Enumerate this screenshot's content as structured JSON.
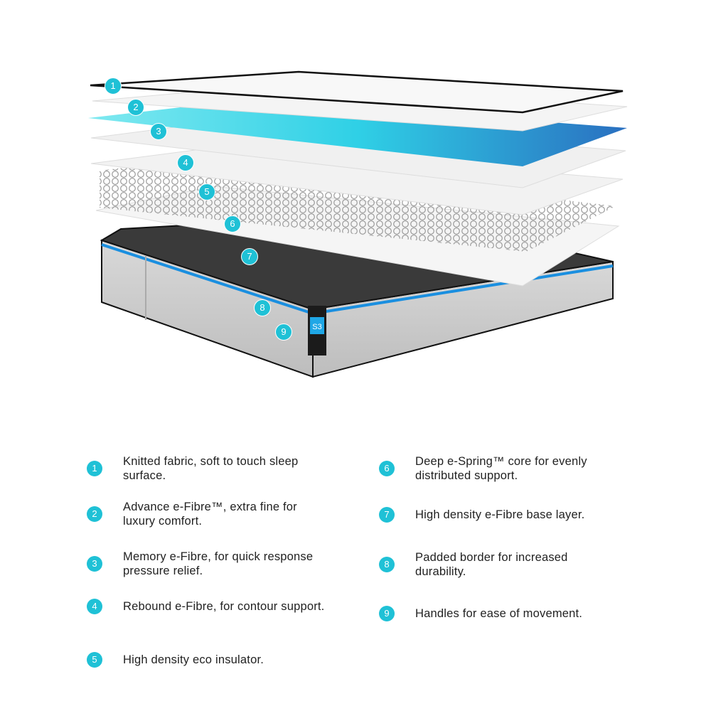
{
  "colors": {
    "accent": "#1fc1d6",
    "base_trim": "#1a8fe0",
    "base_top": "#3a3a3a",
    "memory_layer": "#2fb7e8"
  },
  "product_label": {
    "model": "S3"
  },
  "callouts": [
    "1",
    "2",
    "3",
    "4",
    "5",
    "6",
    "7",
    "8",
    "9"
  ],
  "legend": [
    {
      "num": "1",
      "text": "Knitted fabric, soft to touch sleep surface."
    },
    {
      "num": "2",
      "text": "Advance e-Fibre™, extra fine for luxury comfort."
    },
    {
      "num": "3",
      "text": "Memory e-Fibre, for quick response pressure relief."
    },
    {
      "num": "4",
      "text": "Rebound e-Fibre, for contour support."
    },
    {
      "num": "5",
      "text": "High density eco insulator."
    },
    {
      "num": "6",
      "text": "Deep e-Spring™ core for evenly distributed support."
    },
    {
      "num": "7",
      "text": "High density e-Fibre base layer."
    },
    {
      "num": "8",
      "text": "Padded border for increased durability."
    },
    {
      "num": "9",
      "text": "Handles for ease of movement."
    }
  ]
}
